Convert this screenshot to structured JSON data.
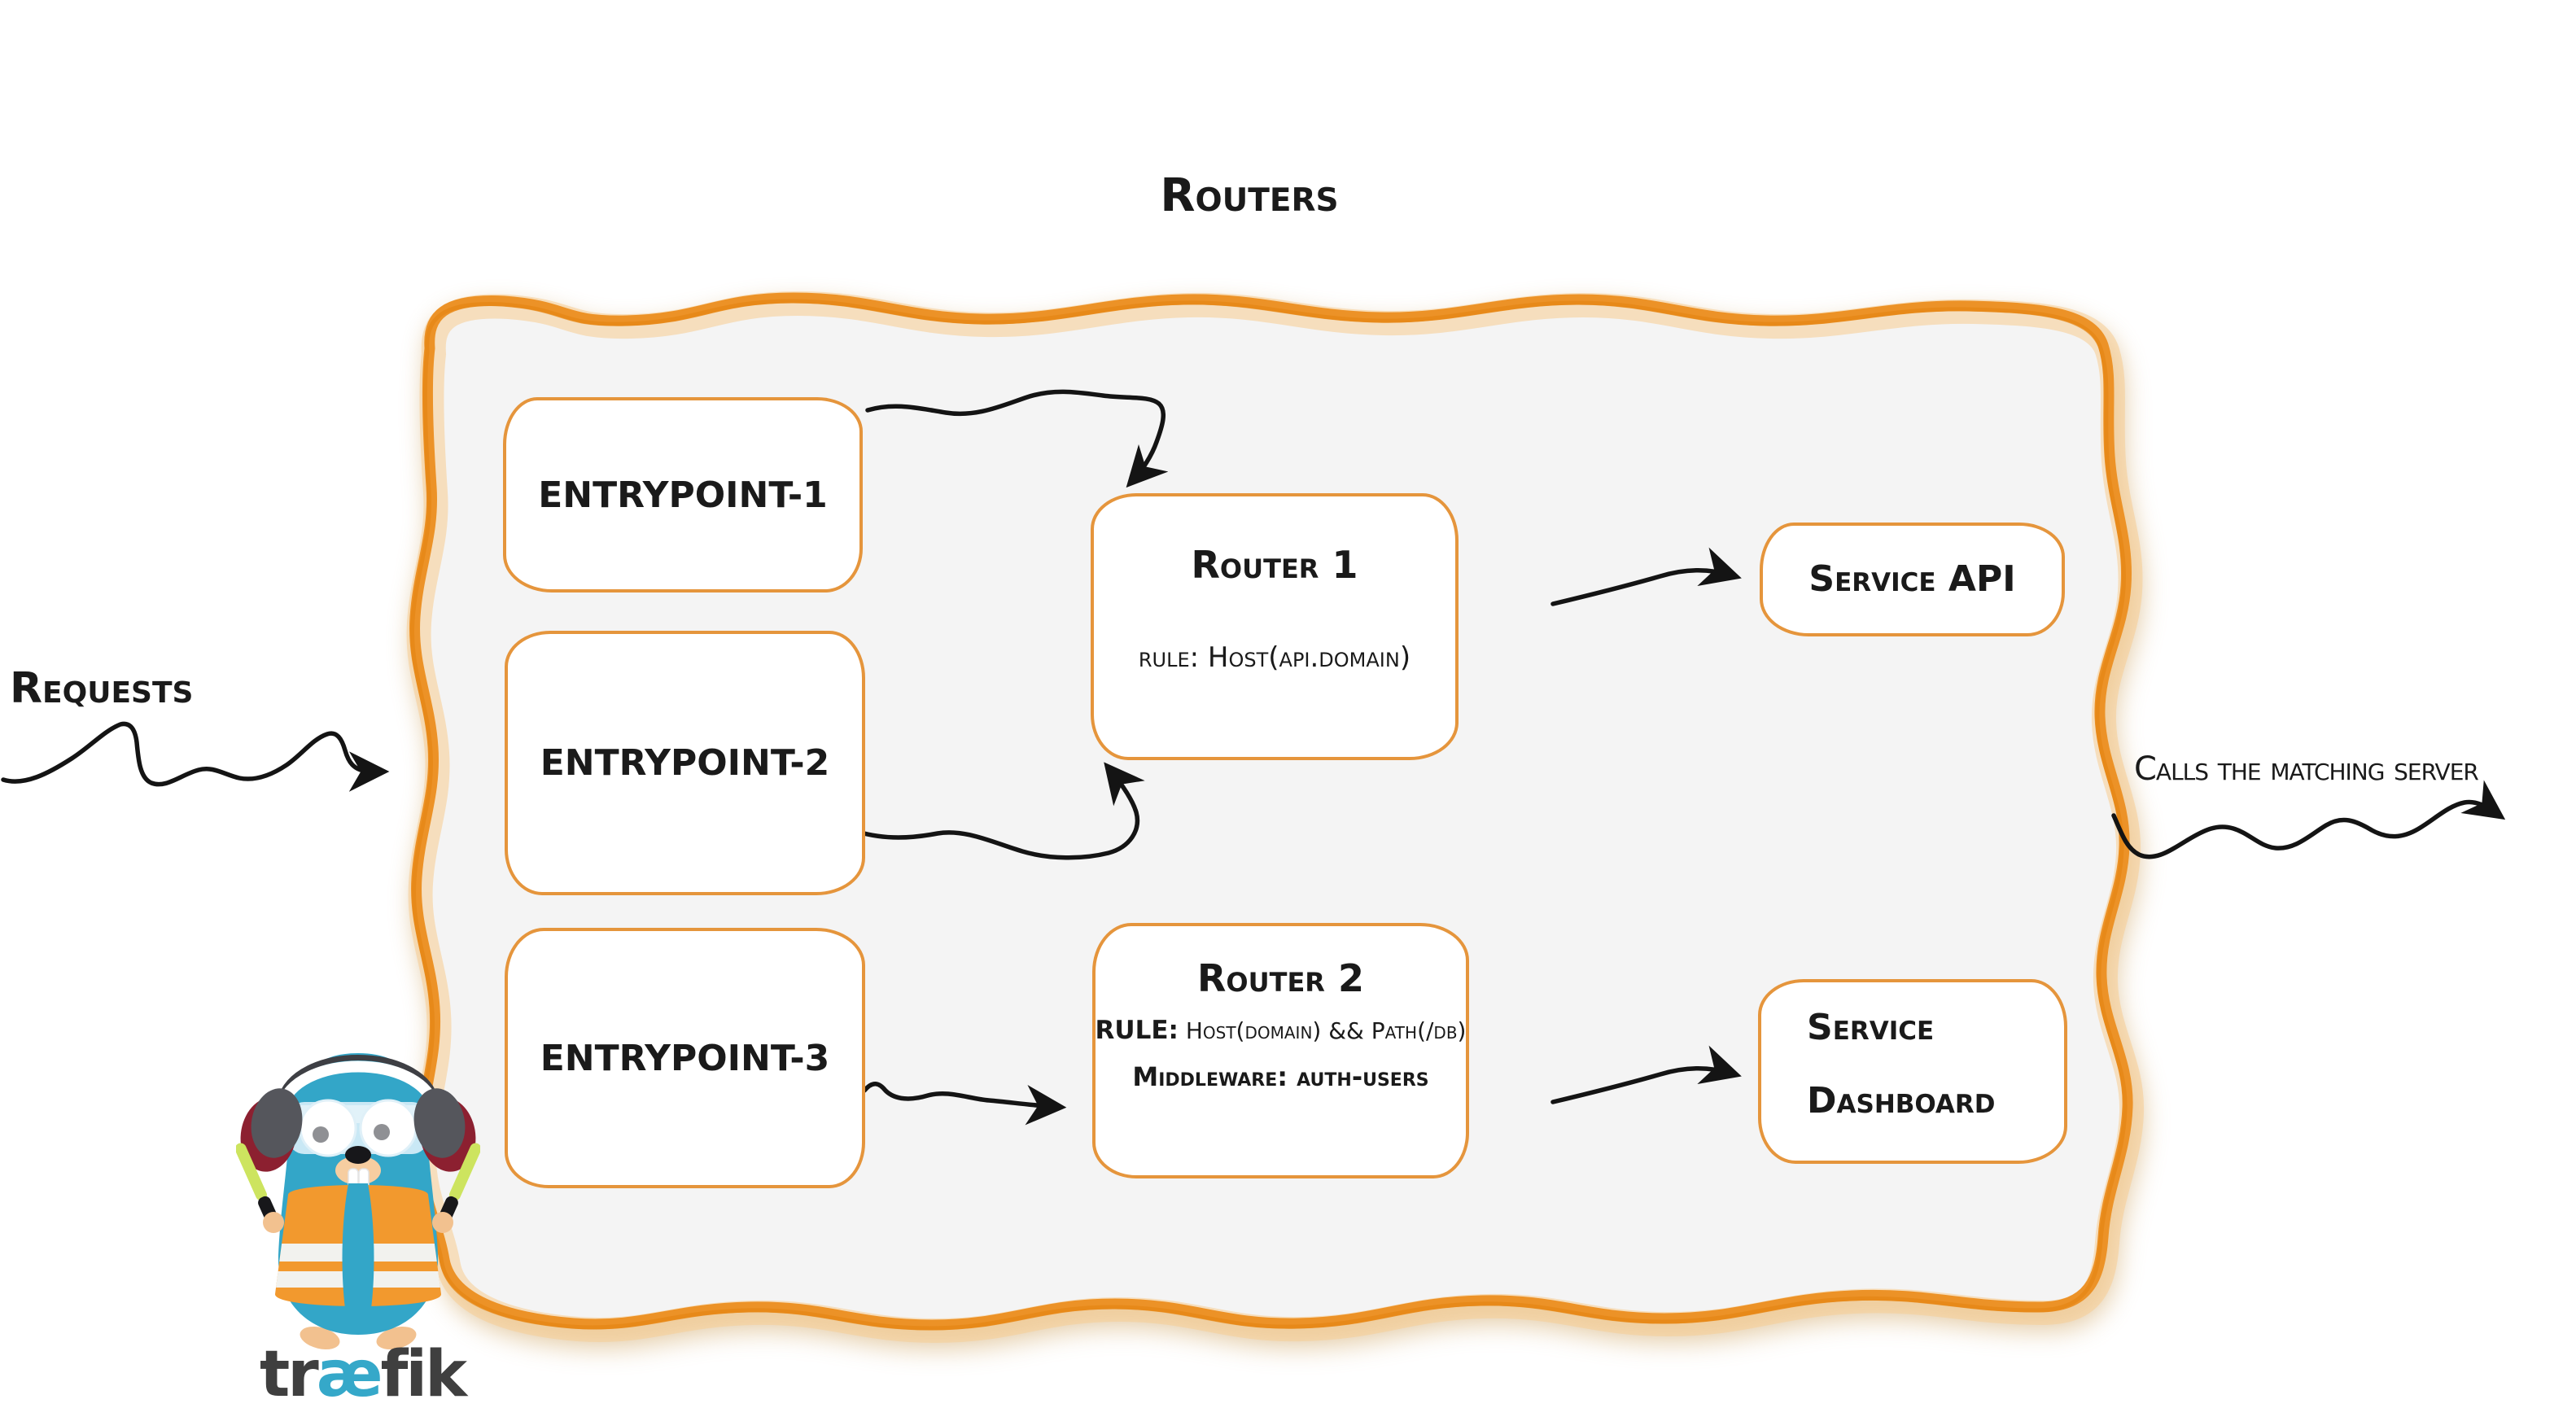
{
  "title": "Routers",
  "entrypoints": [
    {
      "label": "ENTRYPOINT-1"
    },
    {
      "label": "ENTRYPOINT-2"
    },
    {
      "label": "ENTRYPOINT-3"
    }
  ],
  "router1": {
    "name": "Router 1",
    "rule": "rule: Host(api.domain)"
  },
  "router2": {
    "name": "Router 2",
    "rule_label": "RULE:",
    "rule_value": "Host(domain) && Path(/db)",
    "middleware": "Middleware: auth-users"
  },
  "service_api": {
    "label": "Service API"
  },
  "service_dashboard": {
    "line1": "Service",
    "line2": "Dashboard"
  },
  "annotations": {
    "requests": "Requests",
    "calls": "Calls the matching server"
  },
  "logo": {
    "pre": "tr",
    "ae": "æ",
    "post": "fik"
  },
  "colors": {
    "container_border_orange": "#EC9227",
    "container_wash_orange": "#F6CE97",
    "container_fill": "#F4F4F4",
    "box_border_orange": "#E5953C",
    "arrow_black": "#141414",
    "text_black": "#1A1A1A",
    "logo_teal": "#33A6C8",
    "logo_dark_gray": "#3F3F3F",
    "vest_orange": "#F2992E",
    "baton_green": "#CDE45F",
    "earcup_gray": "#55565C",
    "earcup_red": "#8C2030"
  }
}
